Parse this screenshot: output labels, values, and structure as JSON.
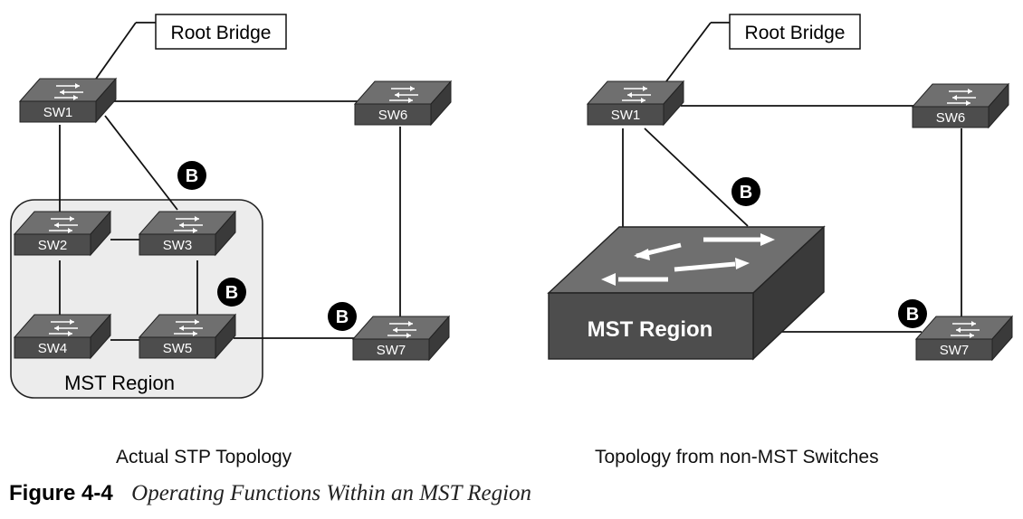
{
  "left_panel": {
    "title": "Actual STP Topology",
    "root_bridge_label": "Root Bridge",
    "region_label": "MST Region",
    "switches": [
      "SW1",
      "SW2",
      "SW3",
      "SW4",
      "SW5",
      "SW6",
      "SW7"
    ],
    "blocked_badge": "B"
  },
  "right_panel": {
    "title": "Topology from non-MST Switches",
    "root_bridge_label": "Root Bridge",
    "region_label": "MST Region",
    "switches": [
      "SW1",
      "SW6",
      "SW7"
    ],
    "blocked_badge": "B"
  },
  "caption": {
    "label": "Figure 4-4",
    "text": "Operating Functions Within an MST Region"
  },
  "colors": {
    "switch_top": "#6f6f6f",
    "switch_front": "#4d4d4d",
    "switch_side": "#3a3a3a",
    "region_fill": "#ececec",
    "badge": "#000000"
  }
}
